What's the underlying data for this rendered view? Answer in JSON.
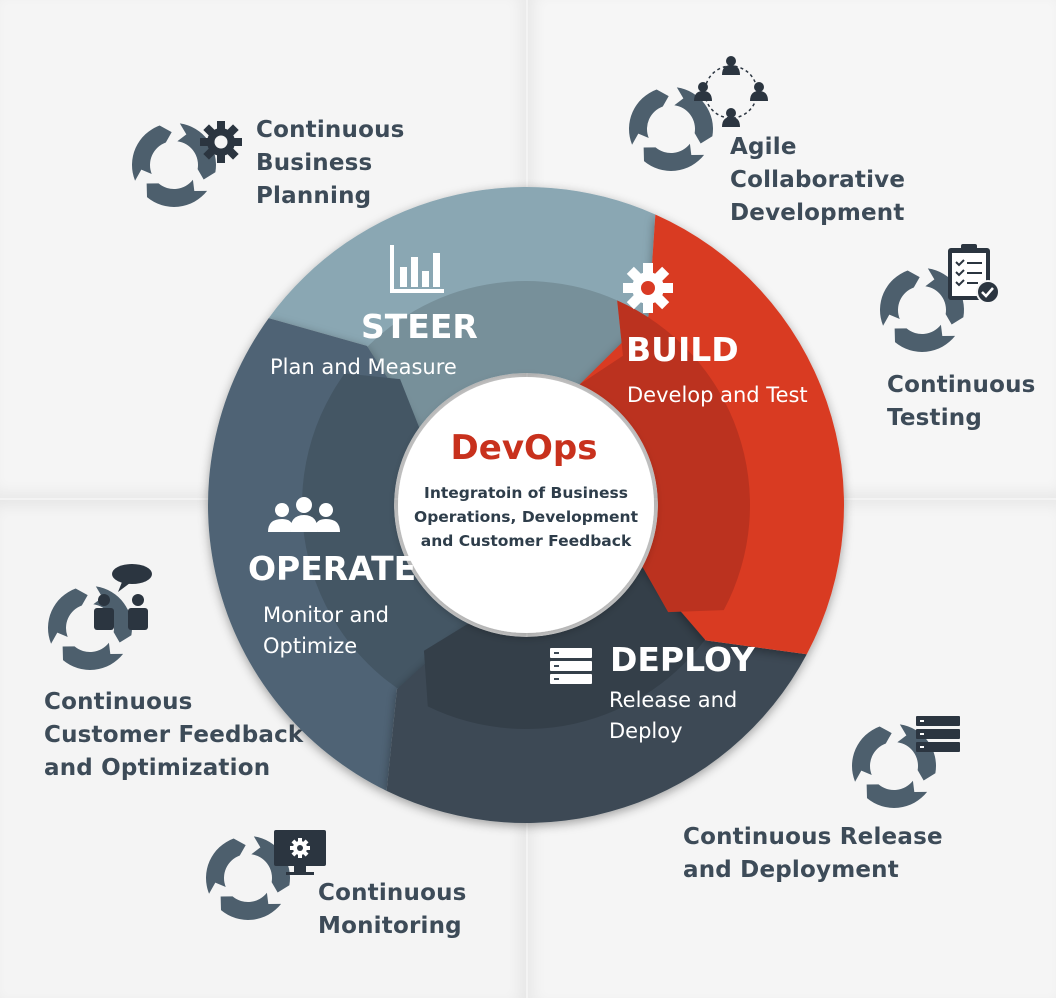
{
  "colors": {
    "steer": "#8aa7b3",
    "build": "#d93a24",
    "deploy": "#3c4955",
    "operate": "#4f6474",
    "text_dark": "#3d4b58",
    "accent": "#c8311d"
  },
  "center": {
    "title": "DevOps",
    "subtitle": "Integratoin of Business\nOperations, Development\nand Customer Feedback"
  },
  "segments": {
    "steer": {
      "title": "STEER",
      "subtitle": "Plan and Measure",
      "icon": "bar-chart-icon"
    },
    "build": {
      "title": "BUILD",
      "subtitle": "Develop and Test",
      "icon": "gear-icon"
    },
    "deploy": {
      "title": "DEPLOY",
      "subtitle": "Release and\nDeploy",
      "icon": "server-icon"
    },
    "operate": {
      "title": "OPERATE",
      "subtitle": "Monitor and\nOptimize",
      "icon": "team-icon"
    }
  },
  "practices": {
    "business_planning": {
      "label": "Continuous\nBusiness\nPlanning",
      "icon": "gear-icon"
    },
    "agile_development": {
      "label": "Agile\nCollaborative\nDevelopment",
      "icon": "people-network-icon"
    },
    "testing": {
      "label": "Continuous\nTesting",
      "icon": "checklist-icon"
    },
    "release_deployment": {
      "label": "Continuous Release\nand Deployment",
      "icon": "server-icon"
    },
    "monitoring": {
      "label": "Continuous\nMonitoring",
      "icon": "monitor-gear-icon"
    },
    "customer_feedback": {
      "label": "Continuous\nCustomer Feedback\nand Optimization",
      "icon": "chat-people-icon"
    }
  }
}
